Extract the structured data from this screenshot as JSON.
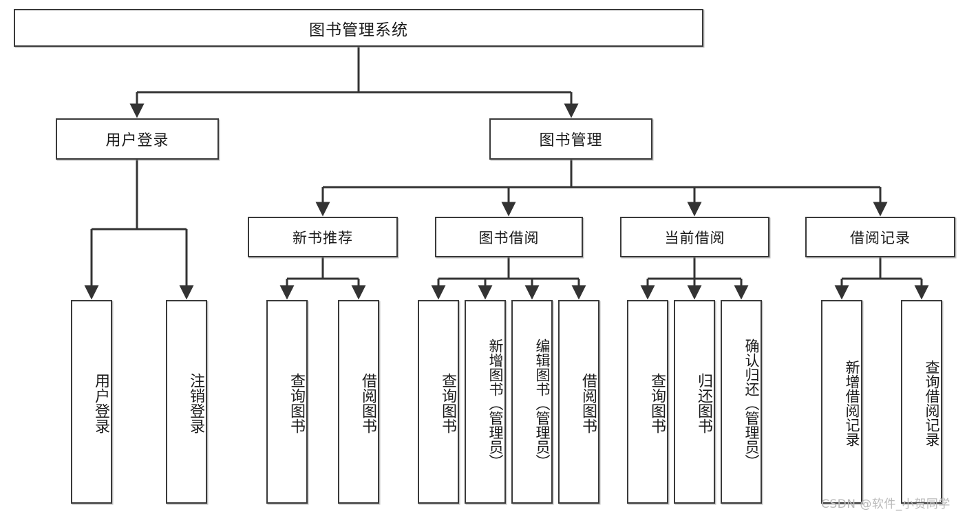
{
  "diagram": {
    "type": "tree",
    "title": "图书管理系统",
    "root": {
      "label": "图书管理系统"
    },
    "level2": [
      {
        "label": "用户登录"
      },
      {
        "label": "图书管理"
      }
    ],
    "level3": [
      {
        "label": "新书推荐"
      },
      {
        "label": "图书借阅"
      },
      {
        "label": "当前借阅"
      },
      {
        "label": "借阅记录"
      }
    ],
    "leaves": {
      "user_login": [
        {
          "label": "用户登录"
        },
        {
          "label": "注销登录"
        }
      ],
      "new_book_recommend": [
        {
          "label": "查询图书"
        },
        {
          "label": "借阅图书"
        }
      ],
      "book_borrow": [
        {
          "label": "查询图书"
        },
        {
          "label": "新增图书（管理员）"
        },
        {
          "label": "编辑图书（管理员）"
        },
        {
          "label": "借阅图书"
        }
      ],
      "current_borrow": [
        {
          "label": "查询图书"
        },
        {
          "label": "归还图书"
        },
        {
          "label": "确认归还（管理员）"
        }
      ],
      "borrow_record": [
        {
          "label": "新增借阅记录"
        },
        {
          "label": "查询借阅记录"
        }
      ]
    }
  },
  "watermark": {
    "text": "CSDN @软件_小贺同学"
  },
  "colors": {
    "box_border": "#3a3a3a",
    "box_fill": "#ffffff",
    "connector": "#333333",
    "text": "#1a1a1a",
    "watermark": "#b9b9b9"
  }
}
